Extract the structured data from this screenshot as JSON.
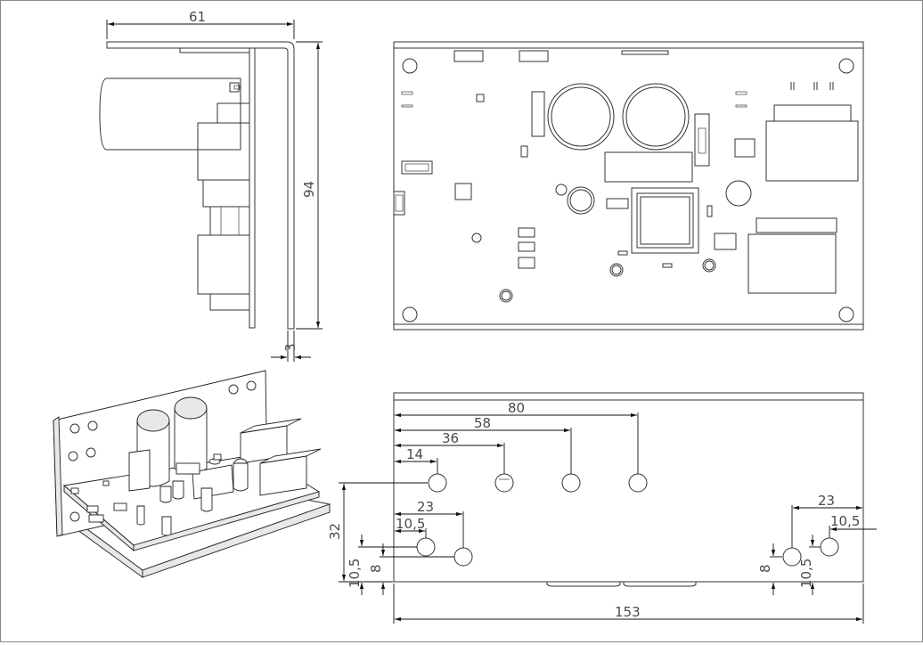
{
  "dimensions": {
    "side_width": "61",
    "side_height": "94",
    "side_thickness": "3",
    "top_hole_80": "80",
    "top_hole_58": "58",
    "top_hole_36": "36",
    "top_hole_14": "14",
    "height_32": "32",
    "left_23": "23",
    "left_10_5": "10,5",
    "left_v_10_5": "10,5",
    "left_v_8": "8",
    "right_23": "23",
    "right_10_5": "10,5",
    "right_v_8": "8",
    "right_v_10_5": "10,5",
    "total_153": "153"
  },
  "colors": {
    "line": "#333333",
    "dimension": "#111111",
    "text": "#4a4a4a",
    "background": "#ffffff"
  }
}
